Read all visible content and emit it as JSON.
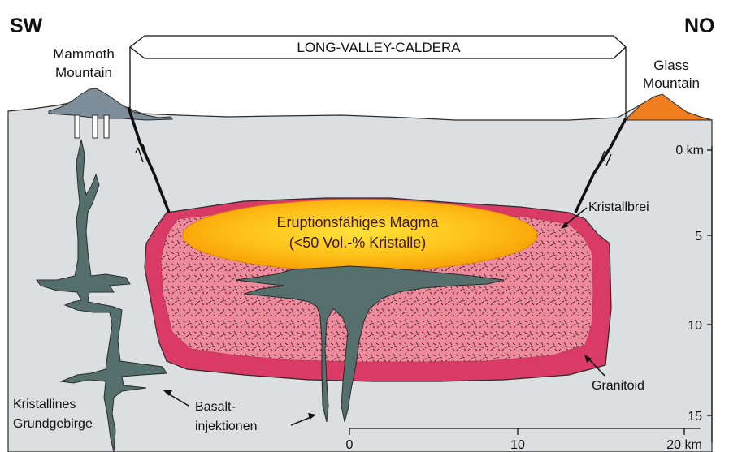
{
  "directions": {
    "left": "SW",
    "right": "NO"
  },
  "caldera_label": "LONG-VALLEY-CALDERA",
  "mountains": {
    "left": {
      "line1": "Mammoth",
      "line2": "Mountain"
    },
    "right": {
      "line1": "Glass",
      "line2": "Mountain"
    }
  },
  "magma": {
    "line1": "Eruptionsfähiges Magma",
    "line2": "(<50 Vol.-% Kristalle)"
  },
  "labels": {
    "kristallbrei": "Kristallbrei",
    "granitoid": "Granitoid",
    "basalt_line1": "Basalt-",
    "basalt_line2": "injektionen",
    "basement_line1": "Kristallines",
    "basement_line2": "Grundgebirge"
  },
  "depth_axis": [
    "0 km",
    "5",
    "10",
    "15"
  ],
  "distance_axis": [
    "0",
    "10",
    "20 km"
  ],
  "colors": {
    "crust": "#dcdfe1",
    "granitoid": "#d93a66",
    "mush": "#ee8a9c",
    "magma_outer": "#f5a300",
    "magma_inner": "#ffe23a",
    "basalt": "#55706c",
    "glass_mountain": "#f07d1e",
    "mammoth": "#7d8d99"
  }
}
